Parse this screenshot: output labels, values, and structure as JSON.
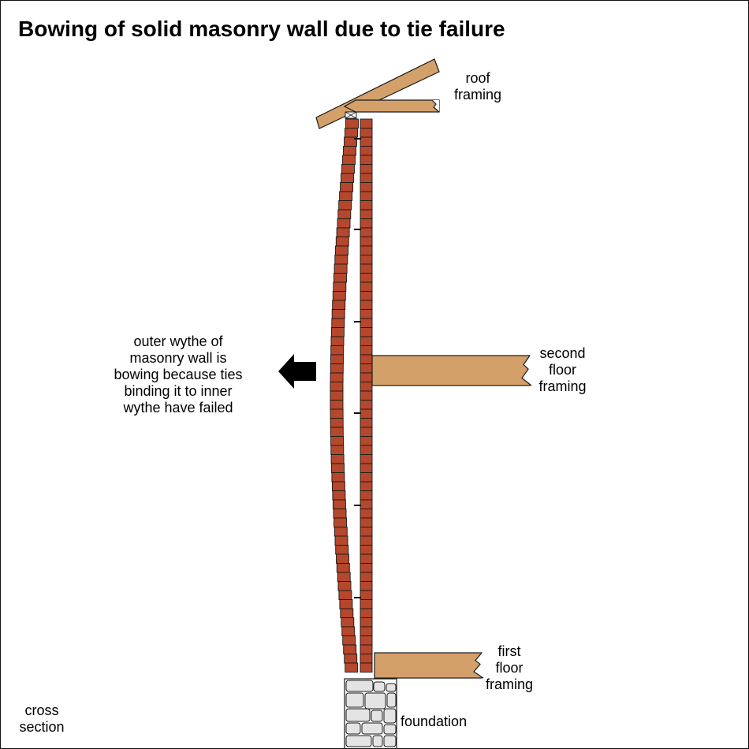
{
  "title": "Bowing of solid masonry wall due to tie failure",
  "labels": {
    "roof_framing": "roof\nframing",
    "second_floor_framing": "second\nfloor\nframing",
    "first_floor_framing": "first\nfloor\nframing",
    "foundation": "foundation",
    "cross_section": "cross\nsection",
    "outer_wythe_note": "outer wythe of\nmasonry wall is\nbowing  because ties\nbinding it to inner\nwythe have failed"
  },
  "colors": {
    "brick": "#b5472c",
    "wood": "#d4a06a",
    "stone": "#e4e4e4",
    "outline": "#1a1a1a"
  }
}
